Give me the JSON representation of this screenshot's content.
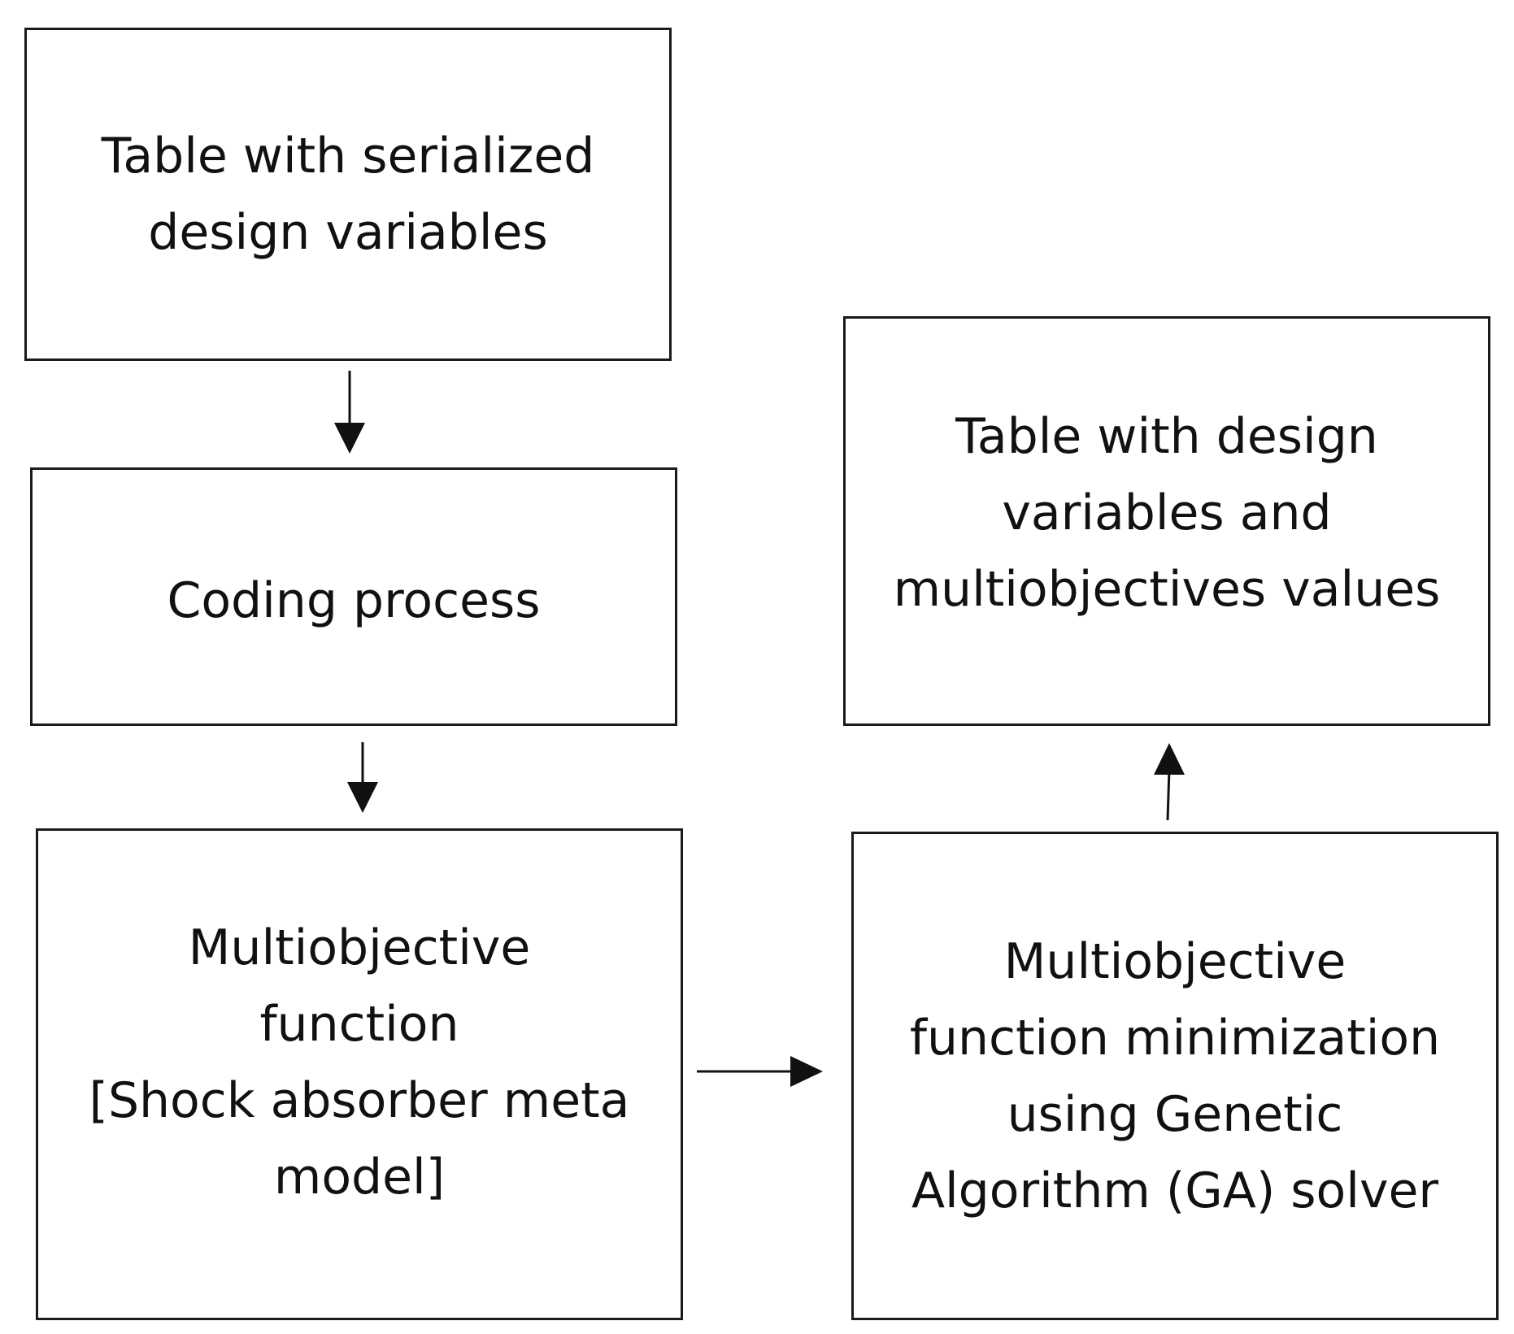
{
  "diagram": {
    "boxes": {
      "serialized": {
        "label": "Table with serialized\ndesign variables"
      },
      "coding": {
        "label": "Coding process"
      },
      "multiobjective": {
        "label": "Multiobjective\nfunction\n[Shock absorber meta\nmodel]"
      },
      "ga": {
        "label": "Multiobjective\nfunction minimization\nusing Genetic\nAlgorithm (GA) solver"
      },
      "result": {
        "label": "Table with design\nvariables and\nmultiobjectives values"
      }
    },
    "arrows": [
      {
        "from": "serialized",
        "to": "coding"
      },
      {
        "from": "coding",
        "to": "multiobjective"
      },
      {
        "from": "multiobjective",
        "to": "ga"
      },
      {
        "from": "ga",
        "to": "result"
      }
    ]
  }
}
